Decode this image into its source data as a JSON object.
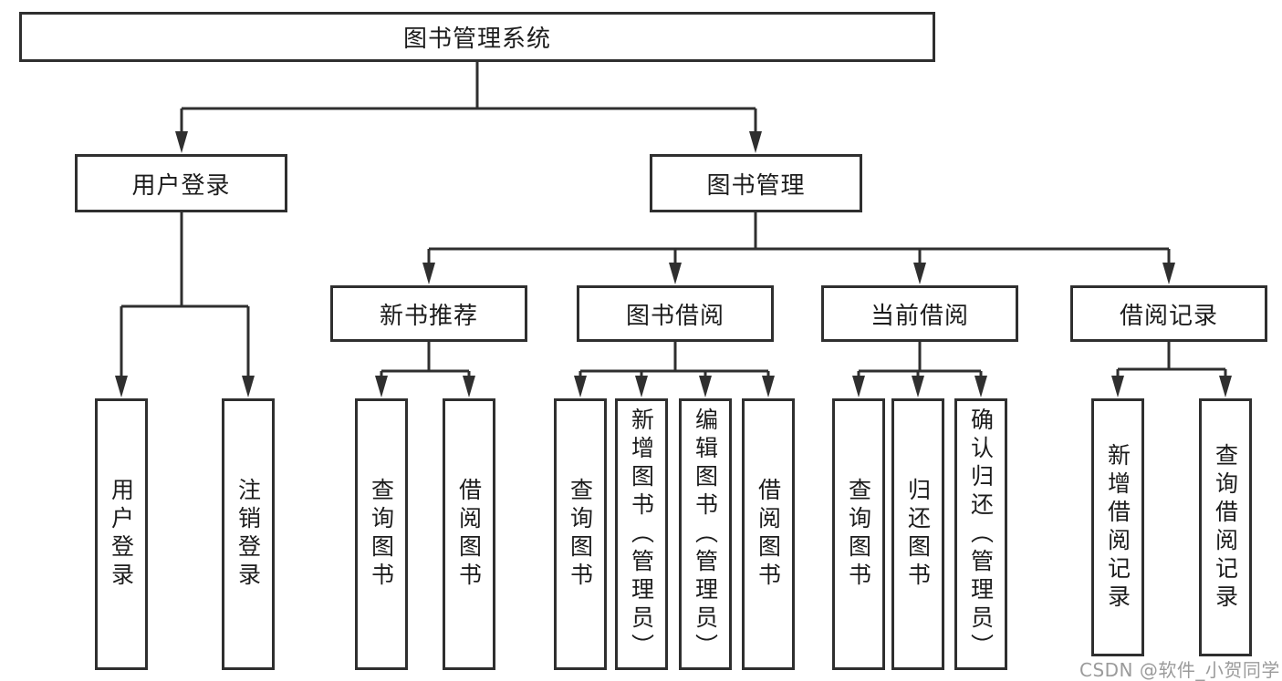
{
  "diagram_title": "图书管理系统",
  "tree": {
    "root": {
      "label": "图书管理系统"
    },
    "branches": [
      {
        "label": "用户登录",
        "children": [
          {
            "label": "用户登录"
          },
          {
            "label": "注销登录"
          }
        ]
      },
      {
        "label": "图书管理",
        "children": [
          {
            "label": "新书推荐",
            "children": [
              {
                "label": "查询图书"
              },
              {
                "label": "借阅图书"
              }
            ]
          },
          {
            "label": "图书借阅",
            "children": [
              {
                "label": "查询图书"
              },
              {
                "label": "新增图书（管理员）"
              },
              {
                "label": "编辑图书（管理员）"
              },
              {
                "label": "借阅图书"
              }
            ]
          },
          {
            "label": "当前借阅",
            "children": [
              {
                "label": "查询图书"
              },
              {
                "label": "归还图书"
              },
              {
                "label": "确认归还（管理员）"
              }
            ]
          },
          {
            "label": "借阅记录",
            "children": [
              {
                "label": "新增借阅记录"
              },
              {
                "label": "查询借阅记录"
              }
            ]
          }
        ]
      }
    ]
  },
  "watermark": "CSDN @软件_小贺同学",
  "colors": {
    "line": "#2f2f2f",
    "box_border": "#2f2f2f",
    "box_fill": "#ffffff",
    "text": "#1c1c1c",
    "background": "#ffffff",
    "watermark": "#9b9b9b"
  }
}
